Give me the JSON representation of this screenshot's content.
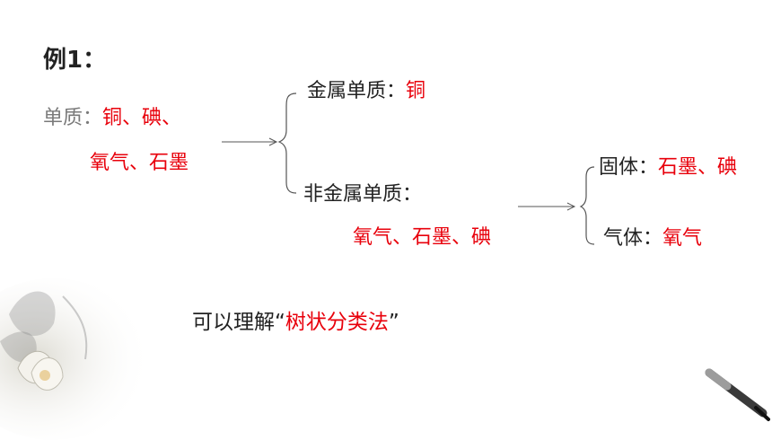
{
  "example_title": "例1：",
  "elemental": {
    "label": "单质：",
    "items_line1": "铜、碘、",
    "items_line2": "氧气、石墨"
  },
  "metal": {
    "label": "金属单质：",
    "items": "铜"
  },
  "nonmetal": {
    "label": "非金属单质：",
    "items": "氧气、石墨、碘"
  },
  "solid": {
    "label": "固体：",
    "items": "石墨、碘"
  },
  "gas": {
    "label": "气体：",
    "items": "氧气"
  },
  "conclusion": {
    "prefix": "可以理解“",
    "highlight": "树状分类法",
    "suffix": "”"
  },
  "colors": {
    "highlight": "#e8000b",
    "text": "#222222",
    "muted": "#7a7a7a"
  }
}
